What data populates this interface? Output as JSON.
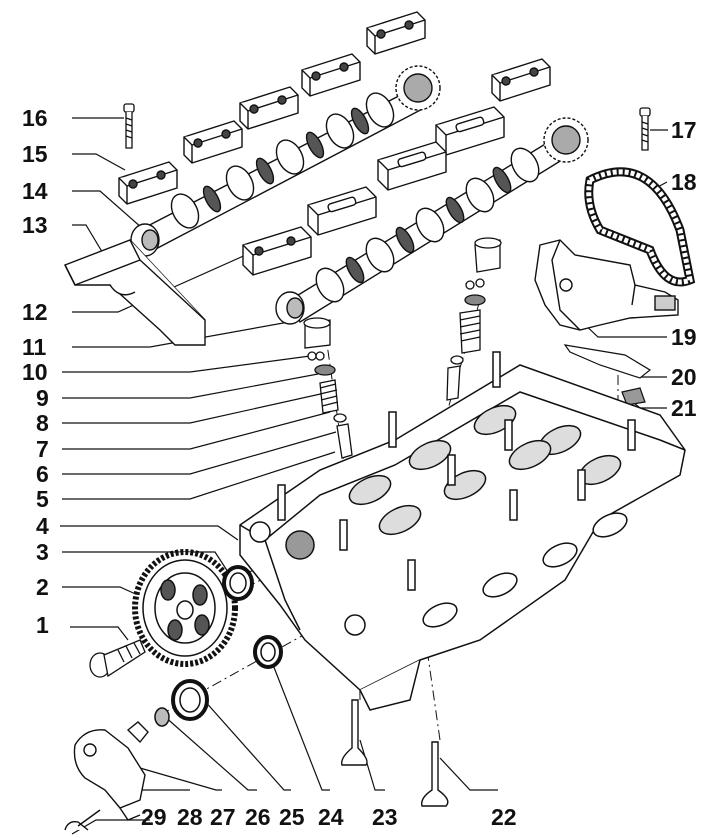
{
  "diagram": {
    "callouts": [
      {
        "id": "c1",
        "label": "1"
      },
      {
        "id": "c2",
        "label": "2"
      },
      {
        "id": "c3",
        "label": "3"
      },
      {
        "id": "c4",
        "label": "4"
      },
      {
        "id": "c5",
        "label": "5"
      },
      {
        "id": "c6",
        "label": "6"
      },
      {
        "id": "c7",
        "label": "7"
      },
      {
        "id": "c8",
        "label": "8"
      },
      {
        "id": "c9",
        "label": "9"
      },
      {
        "id": "c10",
        "label": "10"
      },
      {
        "id": "c11",
        "label": "11"
      },
      {
        "id": "c12",
        "label": "12"
      },
      {
        "id": "c13",
        "label": "13"
      },
      {
        "id": "c14",
        "label": "14"
      },
      {
        "id": "c15",
        "label": "15"
      },
      {
        "id": "c16",
        "label": "16"
      },
      {
        "id": "c17",
        "label": "17"
      },
      {
        "id": "c18",
        "label": "18"
      },
      {
        "id": "c19",
        "label": "19"
      },
      {
        "id": "c20",
        "label": "20"
      },
      {
        "id": "c21",
        "label": "21"
      },
      {
        "id": "c22",
        "label": "22"
      },
      {
        "id": "c23",
        "label": "23"
      },
      {
        "id": "c24",
        "label": "24"
      },
      {
        "id": "c25",
        "label": "25"
      },
      {
        "id": "c26",
        "label": "26"
      },
      {
        "id": "c27",
        "label": "27"
      },
      {
        "id": "c28",
        "label": "28"
      },
      {
        "id": "c29",
        "label": "29"
      }
    ]
  },
  "colors": {
    "ink": "#111111",
    "part_fill": "#ffffff",
    "shade": "#bdbdbd",
    "dark": "#4a4a4a"
  }
}
